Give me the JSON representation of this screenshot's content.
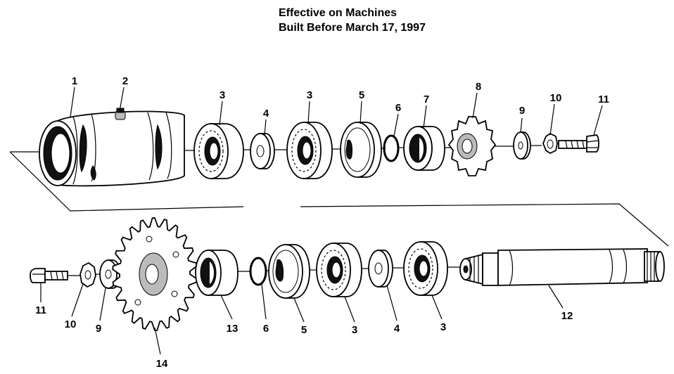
{
  "title": {
    "line1": "Effective on Machines",
    "line2": "Built Before March 17, 1997"
  },
  "callouts": [
    {
      "id": "c1a",
      "text": "1"
    },
    {
      "id": "c2a",
      "text": "2"
    },
    {
      "id": "c3a",
      "text": "3"
    },
    {
      "id": "c4a",
      "text": "4"
    },
    {
      "id": "c3b",
      "text": "3"
    },
    {
      "id": "c5a",
      "text": "5"
    },
    {
      "id": "c6a",
      "text": "6"
    },
    {
      "id": "c7a",
      "text": "7"
    },
    {
      "id": "c8a",
      "text": "8"
    },
    {
      "id": "c9a",
      "text": "9"
    },
    {
      "id": "c10a",
      "text": "10"
    },
    {
      "id": "c11a",
      "text": "11"
    },
    {
      "id": "c11b",
      "text": "11"
    },
    {
      "id": "c10b",
      "text": "10"
    },
    {
      "id": "c9b",
      "text": "9"
    },
    {
      "id": "c14a",
      "text": "14"
    },
    {
      "id": "c13a",
      "text": "13"
    },
    {
      "id": "c6b",
      "text": "6"
    },
    {
      "id": "c5b",
      "text": "5"
    },
    {
      "id": "c3c",
      "text": "3"
    },
    {
      "id": "c4b",
      "text": "4"
    },
    {
      "id": "c3d",
      "text": "3"
    },
    {
      "id": "c12a",
      "text": "12"
    }
  ]
}
